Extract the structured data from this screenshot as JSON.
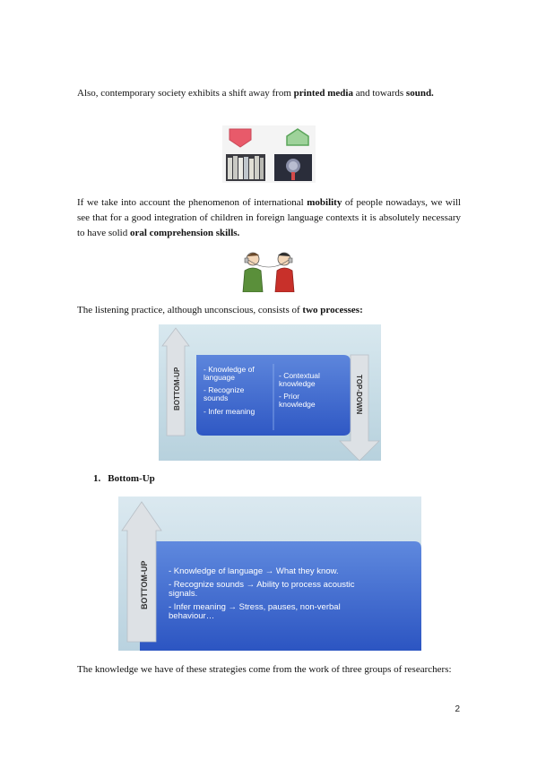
{
  "p1": {
    "pre": "Also, contemporary society exhibits a shift away from ",
    "b1": "printed media",
    "mid": " and towards ",
    "b2": "sound."
  },
  "p2": {
    "pre": "If we take into account the phenomenon of international ",
    "b1": "mobility",
    "mid": " of people nowadays, we will see that for a good integration of children in foreign language contexts it is absolutely necessary to have solid ",
    "b2": "oral comprehension skills."
  },
  "p3": {
    "pre": "The listening practice, although unconscious, consists of ",
    "b1": "two processes:"
  },
  "diagram_a": {
    "bottom_up_label": "BOTTOM-UP",
    "top_down_label": "TOP-DOWN",
    "left_lines": [
      "- Knowledge of",
      "language",
      "- Recognize",
      "sounds",
      "- Infer meaning"
    ],
    "right_lines": [
      "- Contextual",
      "knowledge",
      "- Prior",
      "knowledge"
    ]
  },
  "heading": {
    "number": "1.",
    "text": "Bottom-Up"
  },
  "diagram_b": {
    "bottom_up_label": "BOTTOM-UP",
    "lines": [
      "- Knowledge of language → What they know.",
      "- Recognize sounds → Ability to process acoustic",
      "signals.",
      "- Infer meaning → Stress, pauses, non-verbal",
      "behaviour…"
    ]
  },
  "p4": "The knowledge we have of these strategies come from the work of three groups of researchers:",
  "page_number": "2"
}
